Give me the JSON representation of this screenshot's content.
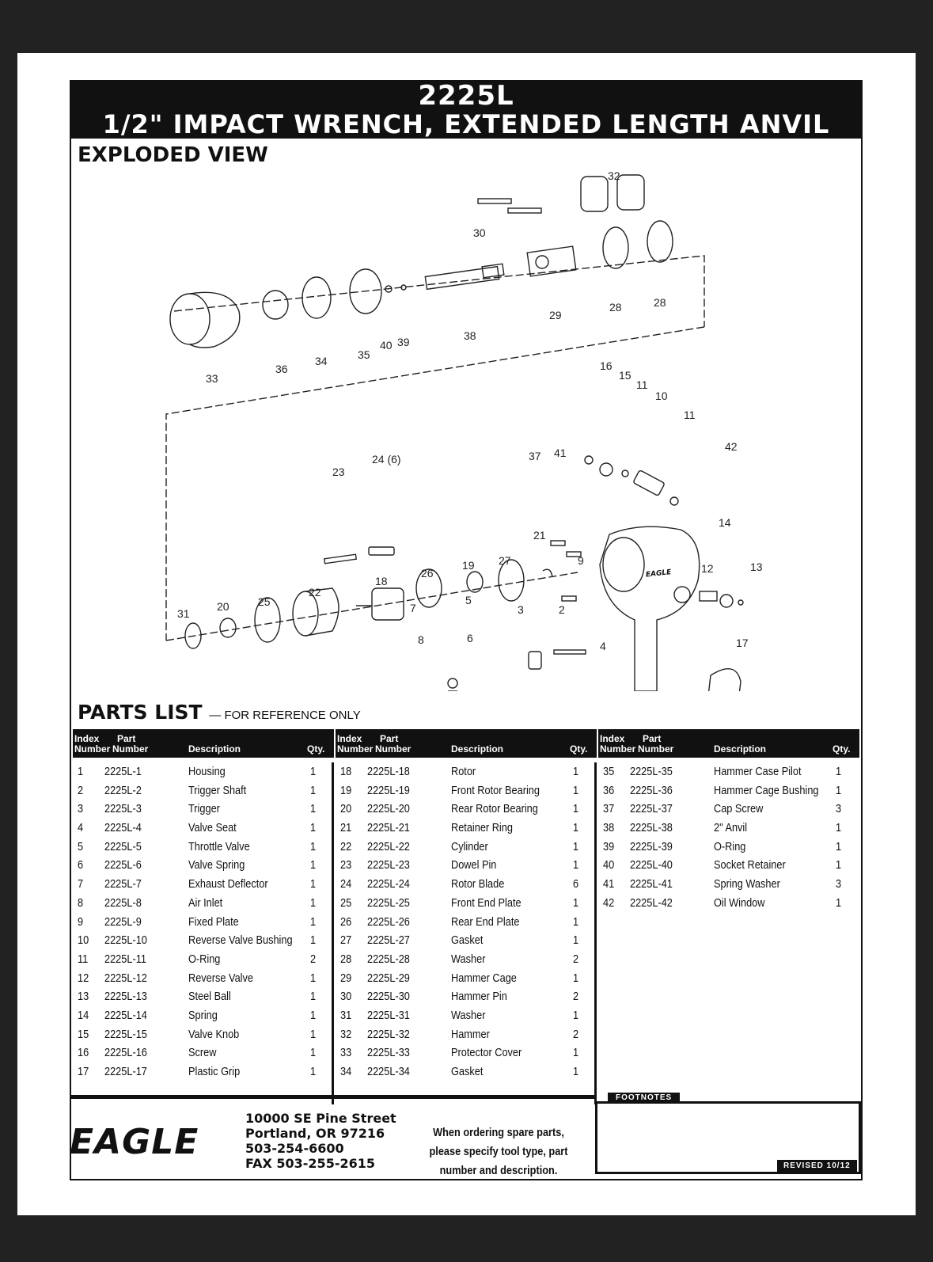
{
  "header": {
    "model": "2225L",
    "title": "1/2\" IMPACT WRENCH, EXTENDED LENGTH ANVIL"
  },
  "exploded_view": {
    "heading": "EXPLODED VIEW",
    "brand_on_housing": "EAGLE",
    "callouts": [
      "32",
      "30",
      "28",
      "28",
      "29",
      "38",
      "35",
      "40",
      "39",
      "34",
      "36",
      "33",
      "16",
      "15",
      "11",
      "10",
      "11",
      "42",
      "37",
      "41",
      "24 (6)",
      "23",
      "14",
      "21",
      "9",
      "27",
      "12",
      "13",
      "19",
      "26",
      "18",
      "22",
      "25",
      "20",
      "31",
      "7",
      "5",
      "3",
      "2",
      "6",
      "8",
      "4",
      "17"
    ]
  },
  "parts_list": {
    "heading": "PARTS LIST",
    "subheading": "— FOR REFERENCE ONLY",
    "columns": {
      "index": "Index Number",
      "index_l1": "Index",
      "index_l2": "Number",
      "part_l1": "Part",
      "part_l2": "Number",
      "description": "Description",
      "qty": "Qty."
    },
    "col1": [
      [
        "1",
        "2225L-1",
        "Housing",
        "1"
      ],
      [
        "2",
        "2225L-2",
        "Trigger Shaft",
        "1"
      ],
      [
        "3",
        "2225L-3",
        "Trigger",
        "1"
      ],
      [
        "4",
        "2225L-4",
        "Valve Seat",
        "1"
      ],
      [
        "5",
        "2225L-5",
        "Throttle Valve",
        "1"
      ],
      [
        "6",
        "2225L-6",
        "Valve Spring",
        "1"
      ],
      [
        "7",
        "2225L-7",
        "Exhaust Deflector",
        "1"
      ],
      [
        "8",
        "2225L-8",
        "Air Inlet",
        "1"
      ],
      [
        "9",
        "2225L-9",
        "Fixed Plate",
        "1"
      ],
      [
        "10",
        "2225L-10",
        "Reverse Valve Bushing",
        "1"
      ],
      [
        "11",
        "2225L-11",
        "O-Ring",
        "2"
      ],
      [
        "12",
        "2225L-12",
        "Reverse Valve",
        "1"
      ],
      [
        "13",
        "2225L-13",
        "Steel Ball",
        "1"
      ],
      [
        "14",
        "2225L-14",
        "Spring",
        "1"
      ],
      [
        "15",
        "2225L-15",
        "Valve Knob",
        "1"
      ],
      [
        "16",
        "2225L-16",
        "Screw",
        "1"
      ],
      [
        "17",
        "2225L-17",
        "Plastic Grip",
        "1"
      ]
    ],
    "col2": [
      [
        "18",
        "2225L-18",
        "Rotor",
        "1"
      ],
      [
        "19",
        "2225L-19",
        "Front Rotor Bearing",
        "1"
      ],
      [
        "20",
        "2225L-20",
        "Rear Rotor Bearing",
        "1"
      ],
      [
        "21",
        "2225L-21",
        "Retainer Ring",
        "1"
      ],
      [
        "22",
        "2225L-22",
        "Cylinder",
        "1"
      ],
      [
        "23",
        "2225L-23",
        "Dowel Pin",
        "1"
      ],
      [
        "24",
        "2225L-24",
        "Rotor Blade",
        "6"
      ],
      [
        "25",
        "2225L-25",
        "Front End Plate",
        "1"
      ],
      [
        "26",
        "2225L-26",
        "Rear End Plate",
        "1"
      ],
      [
        "27",
        "2225L-27",
        "Gasket",
        "1"
      ],
      [
        "28",
        "2225L-28",
        "Washer",
        "2"
      ],
      [
        "29",
        "2225L-29",
        "Hammer Cage",
        "1"
      ],
      [
        "30",
        "2225L-30",
        "Hammer Pin",
        "2"
      ],
      [
        "31",
        "2225L-31",
        "Washer",
        "1"
      ],
      [
        "32",
        "2225L-32",
        "Hammer",
        "2"
      ],
      [
        "33",
        "2225L-33",
        "Protector Cover",
        "1"
      ],
      [
        "34",
        "2225L-34",
        "Gasket",
        "1"
      ]
    ],
    "col3": [
      [
        "35",
        "2225L-35",
        "Hammer Case Pilot",
        "1"
      ],
      [
        "36",
        "2225L-36",
        "Hammer Cage Bushing",
        "1"
      ],
      [
        "37",
        "2225L-37",
        "Cap Screw",
        "3"
      ],
      [
        "38",
        "2225L-38",
        "2\" Anvil",
        "1"
      ],
      [
        "39",
        "2225L-39",
        "O-Ring",
        "1"
      ],
      [
        "40",
        "2225L-40",
        "Socket Retainer",
        "1"
      ],
      [
        "41",
        "2225L-41",
        "Spring Washer",
        "3"
      ],
      [
        "42",
        "2225L-42",
        "Oil Window",
        "1"
      ]
    ]
  },
  "footer": {
    "logo": "EAGLE",
    "address_line1": "10000 SE Pine Street",
    "address_line2": "Portland, OR 97216",
    "phone": "503-254-6600",
    "fax": "FAX 503-255-2615",
    "note": "When ordering spare parts, please specify tool type, part number and description.",
    "footnotes_label": "FOOTNOTES",
    "revised": "REVISED 10/12"
  }
}
